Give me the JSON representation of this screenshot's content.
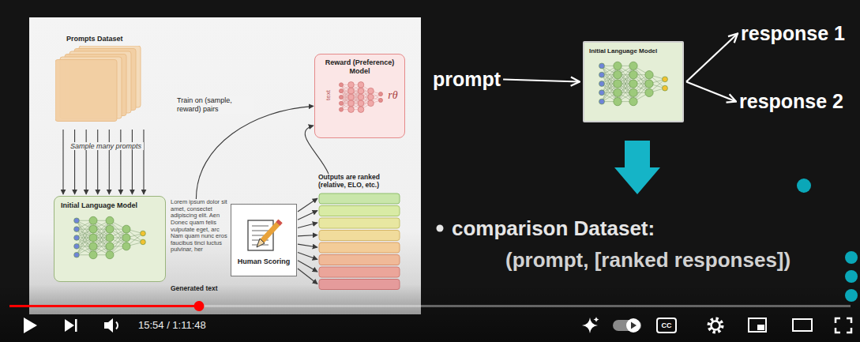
{
  "diagram": {
    "nodes": [
      {
        "text": [
          "Prompts Dataset"
        ]
      },
      {
        "text": [
          "Initial Language Model"
        ]
      },
      {
        "text": [
          "Lorem ipsum dolor sit amet, consectet adipiscing elit. Aen Donec quam felis vulputate eget, arc Nam quam nunc eros faucibus tinci luctus pulvinar, her",
          "Generated text"
        ]
      },
      {
        "text": [
          "Human Scoring"
        ]
      },
      {
        "text": [
          "Outputs are ranked (relative, ELO, etc.)"
        ]
      },
      {
        "text": [
          "Reward (Preference) Model",
          "text",
          "rθ"
        ]
      },
      {
        "text": [
          "prompt"
        ]
      },
      {
        "text": [
          "Initial Language Model"
        ]
      },
      {
        "text": [
          "response 1"
        ]
      },
      {
        "text": [
          "response 2"
        ]
      }
    ],
    "edges": [
      {
        "from": 0,
        "to": 1,
        "arrow": "to"
      },
      {
        "from": 3,
        "to": 4,
        "arrow": "to"
      },
      {
        "from": 2,
        "to": 5,
        "label": "Train on (sample, reward) pairs",
        "arrow": "to"
      },
      {
        "from": 4,
        "to": 5,
        "arrow": "to"
      },
      {
        "from": 6,
        "to": 7,
        "arrow": "to"
      },
      {
        "from": 7,
        "to": 8,
        "arrow": "to"
      },
      {
        "from": 7,
        "to": 9,
        "arrow": "to"
      }
    ],
    "labels": [
      "Sample many prompts",
      "comparison Dataset:",
      "(prompt, [ranked responses])",
      "15:54 / 1:11:48",
      "CC"
    ]
  }
}
